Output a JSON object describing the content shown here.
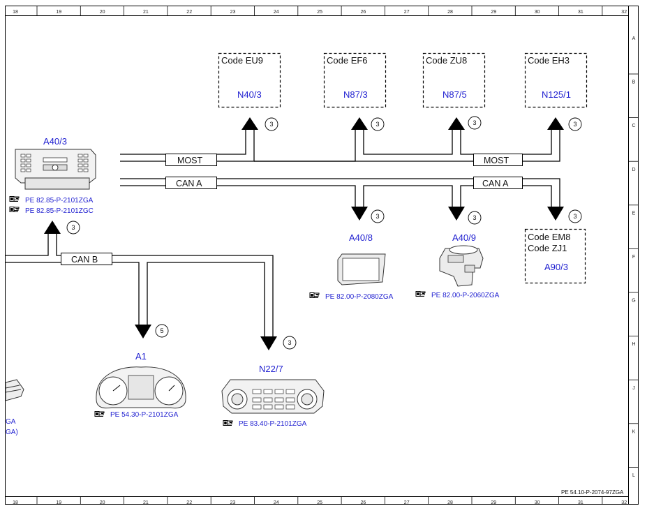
{
  "ruler": {
    "columns": [
      "18",
      "19",
      "20",
      "21",
      "22",
      "23",
      "24",
      "25",
      "26",
      "27",
      "28",
      "29",
      "30",
      "31",
      "32"
    ],
    "rows": [
      "A",
      "B",
      "C",
      "D",
      "E",
      "F",
      "G",
      "H",
      "J",
      "K",
      "L"
    ]
  },
  "code_boxes": {
    "eu9": {
      "code": "Code EU9",
      "component": "N40/3"
    },
    "ef6": {
      "code": "Code EF6",
      "component": "N87/3"
    },
    "zu8": {
      "code": "Code ZU8",
      "component": "N87/5"
    },
    "eh3": {
      "code": "Code EH3",
      "component": "N125/1"
    },
    "em8": {
      "code1": "Code EM8",
      "code2": "Code ZJ1",
      "component": "A90/3"
    }
  },
  "buses": {
    "most_left": "MOST",
    "most_right": "MOST",
    "can_a_left": "CAN A",
    "can_a_right": "CAN A",
    "can_b": "CAN B"
  },
  "connection_numbers": {
    "n40": "3",
    "n87_3": "3",
    "n87_5": "3",
    "n125": "3",
    "a40_3": "3",
    "a40_8": "3",
    "a40_9": "3",
    "a90": "3",
    "a1": "5",
    "n22": "3"
  },
  "components": {
    "a40_3": {
      "label": "A40/3",
      "refs": [
        "PE 82.85-P-2101ZGA",
        "PE 82.85-P-2101ZGC"
      ]
    },
    "a40_8": {
      "label": "A40/8",
      "ref": "PE 82.00-P-2080ZGA"
    },
    "a40_9": {
      "label": "A40/9",
      "ref": "PE 82.00-P-2060ZGA"
    },
    "a1": {
      "label": "A1",
      "ref": "PE 54.30-P-2101ZGA"
    },
    "n22_7": {
      "label": "N22/7",
      "ref": "PE 83.40-P-2101ZGA"
    }
  },
  "partial_left": {
    "line1": "GA",
    "line2": "GA)"
  },
  "footer_ref": "PE 54.10-P-2074-97ZGA",
  "icons": {
    "reference": "pointing-hand-icon"
  },
  "colors": {
    "component_text": "#1f1fd0",
    "lines": "#000000"
  }
}
